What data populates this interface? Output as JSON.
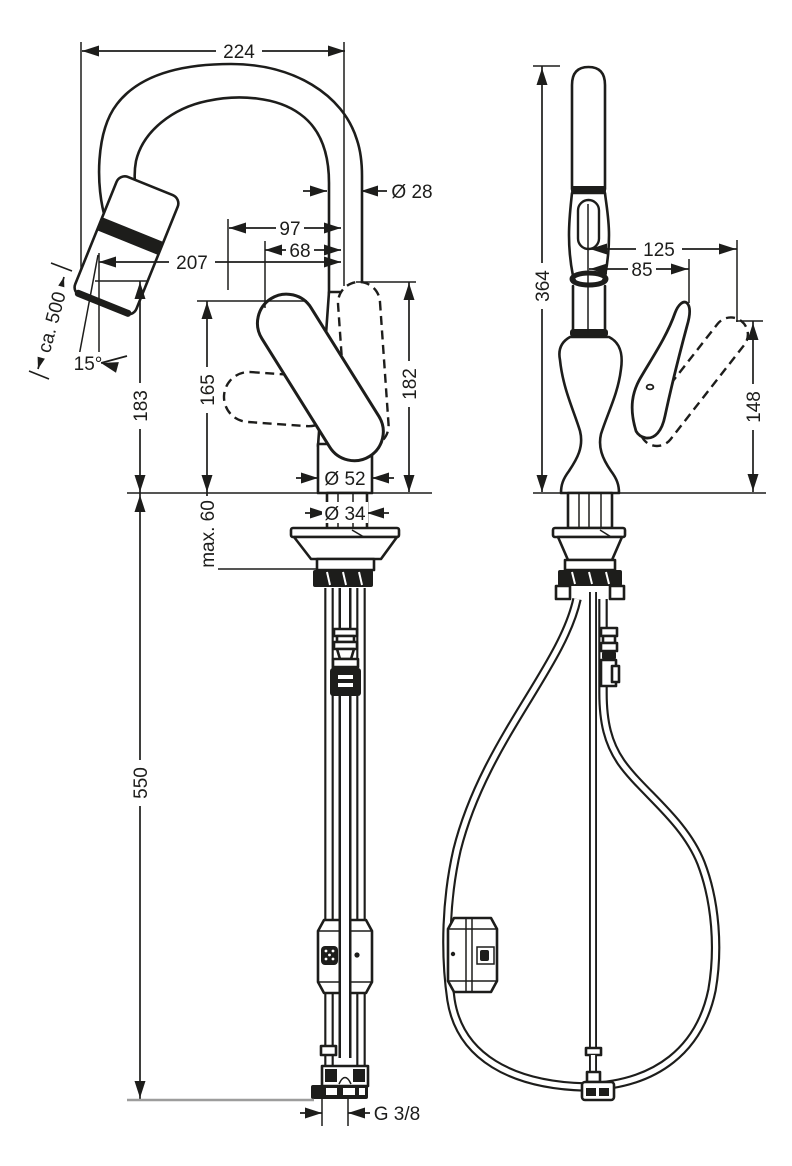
{
  "figure": {
    "type": "technical-dimension-drawing",
    "subject": "single-lever kitchen mixer tap with pull-out spray, two views with installation dimensions",
    "units": "mm"
  },
  "colors": {
    "ink": "#1d1d1b",
    "background": "#ffffff",
    "ground_line": "#9d9d9c"
  },
  "dimensions": {
    "side_view": {
      "spout_reach": "224",
      "spout_tube_diameter": "Ø 28",
      "reach_97": "97",
      "reach_68": "68",
      "reach_207": "207",
      "pullout_hose_length": "ca. 500",
      "spray_angle": "15°",
      "outlet_height": "183",
      "handle_height_lowered": "165",
      "handle_height_raised": "182",
      "body_diameter": "Ø 52",
      "shank_diameter": "Ø 34",
      "max_counter_thickness": "max. 60",
      "hose_length_below_deck": "550",
      "connection_thread": "G 3/8"
    },
    "front_view": {
      "total_height": "364",
      "handle_reach_tilted": "125",
      "handle_reach_upright": "85",
      "handle_height": "148"
    }
  }
}
